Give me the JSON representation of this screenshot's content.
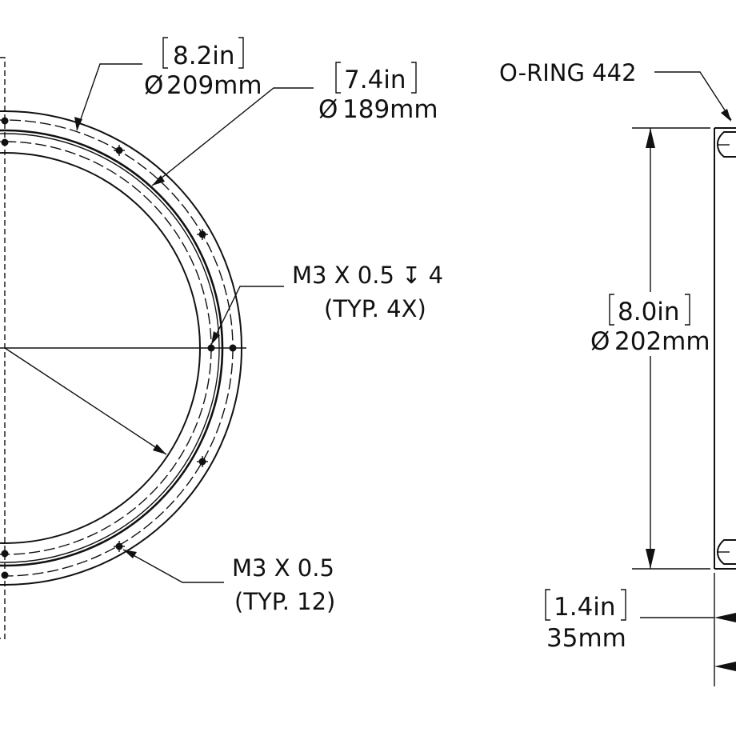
{
  "dimensions": {
    "outer_diameter": {
      "inch": "8.2in",
      "diameter_symbol": "Ø",
      "mm": "209mm"
    },
    "inner_diameter": {
      "inch": "7.4in",
      "diameter_symbol": "Ø",
      "mm": "189mm"
    },
    "oring_diameter": {
      "inch": "8.0in",
      "diameter_symbol": "Ø",
      "mm": "202mm"
    },
    "thickness": {
      "inch": "1.4in",
      "mm": "35mm"
    }
  },
  "notes": {
    "oring": "O-RING 442",
    "tapped_hole_deep": {
      "line1": "M3 X 0.5 ↧ 4",
      "line2": "(TYP. 4X)"
    },
    "tapped_hole": {
      "line1": "M3 X 0.5",
      "line2": "(TYP. 12)"
    }
  },
  "colors": {
    "ink": "#111111",
    "paper": "#ffffff"
  }
}
